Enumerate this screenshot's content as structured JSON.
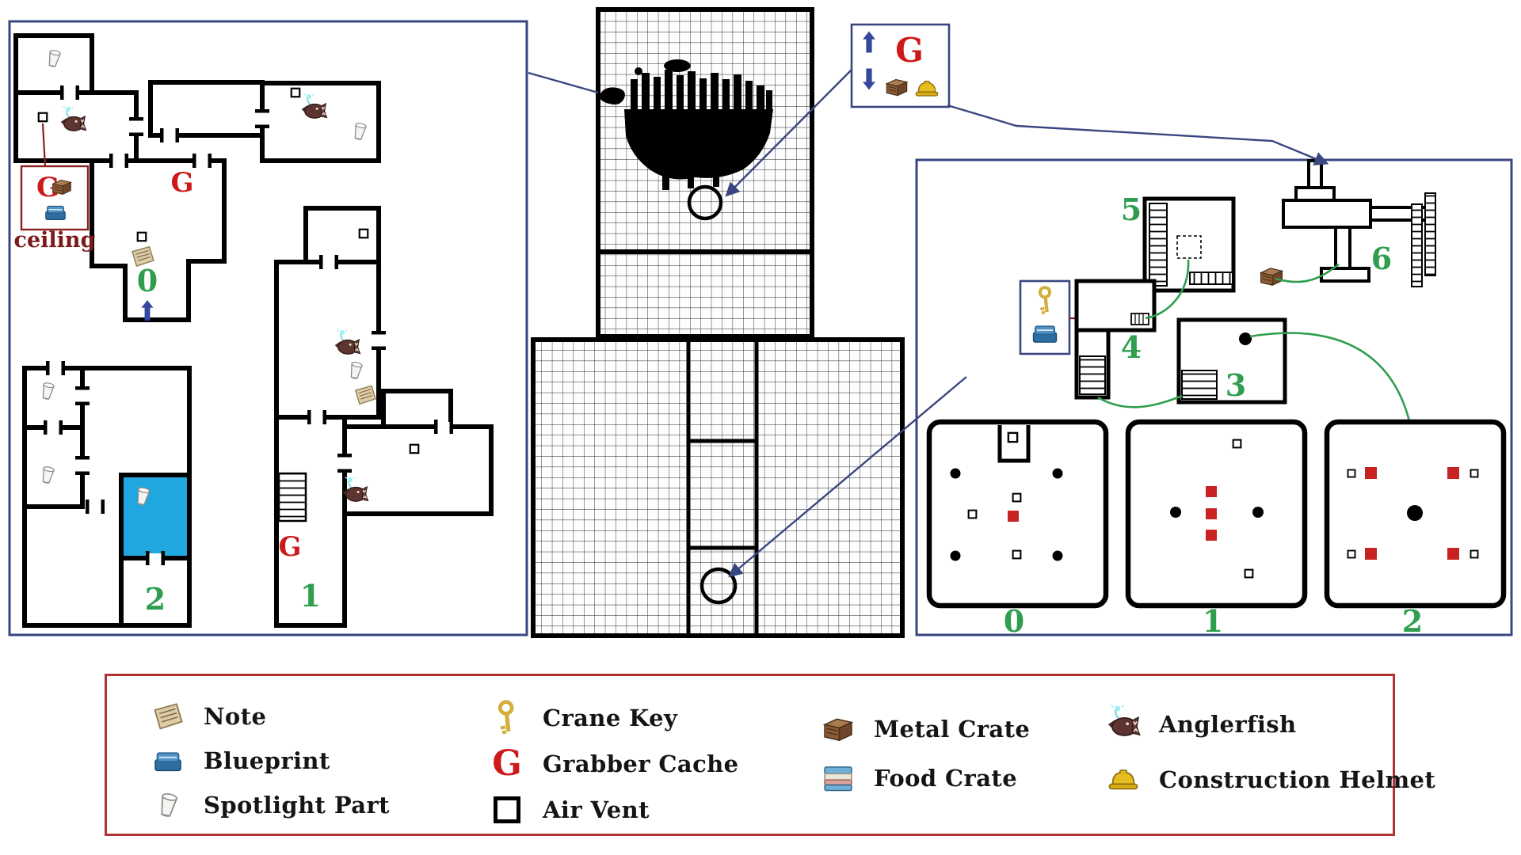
{
  "colors": {
    "panel_border": "#3a4680",
    "legend_border": "#b03232",
    "floor_green": "#2f9e4f",
    "grabber_red": "#cc1a1a",
    "ceiling_red": "#7c1a1a",
    "room_blue": "#21a7e0",
    "connector_navy": "#3a4680",
    "crate_red": "#c92222"
  },
  "left_map": {
    "hall_grabber": "G",
    "floor1_grabber": "G",
    "ceiling_cache": {
      "grabber": "G",
      "caption": "ceiling"
    },
    "floor_labels": {
      "f0": "0",
      "f1": "1",
      "f2": "2"
    }
  },
  "tower": {
    "vent_box": {
      "grabber": "G"
    }
  },
  "right_map": {
    "room_labels": {
      "r3": "3",
      "r4": "4",
      "r5": "5",
      "r6": "6"
    },
    "bay_labels": {
      "b0": "0",
      "b1": "1",
      "b2": "2"
    }
  },
  "legend": {
    "columns": [
      {
        "items": [
          {
            "icon": "note-icon",
            "label": "Note"
          },
          {
            "icon": "blueprint-icon",
            "label": "Blueprint"
          },
          {
            "icon": "spotlight-part-icon",
            "label": "Spotlight Part"
          }
        ]
      },
      {
        "items": [
          {
            "icon": "crane-key-icon",
            "label": "Crane Key"
          },
          {
            "icon": "grabber-cache-icon",
            "label": "Grabber Cache",
            "glyph": "G"
          },
          {
            "icon": "air-vent-icon",
            "label": "Air Vent"
          }
        ]
      },
      {
        "items": [
          {
            "icon": "metal-crate-icon",
            "label": "Metal Crate"
          },
          {
            "icon": "food-crate-icon",
            "label": "Food Crate"
          }
        ]
      },
      {
        "items": [
          {
            "icon": "anglerfish-icon",
            "label": "Anglerfish"
          },
          {
            "icon": "construction-helmet-icon",
            "label": "Construction Helmet"
          }
        ]
      }
    ]
  }
}
